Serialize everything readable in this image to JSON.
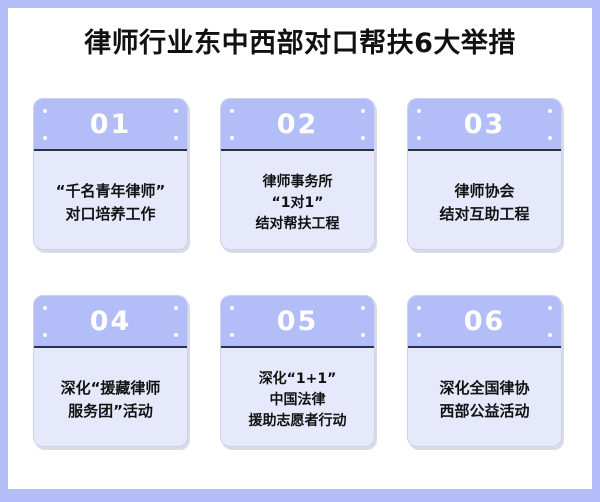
{
  "poster": {
    "title": "律师行业东中西部对口帮扶6大举措",
    "colors": {
      "frame": "#b3bdf7",
      "page": "#ffffff",
      "card_header": "#b3bdf7",
      "card_body": "#e6e9fb",
      "header_rule": "#2c3045",
      "number_text": "#ffffff",
      "title_text": "#111111",
      "body_text": "#121212",
      "dot": "#fbfbff"
    },
    "cards": [
      {
        "number": "01",
        "lines": [
          "“千名青年律师”",
          "对口培养工作"
        ]
      },
      {
        "number": "02",
        "lines": [
          "律师事务所",
          "“1对1”",
          "结对帮扶工程"
        ]
      },
      {
        "number": "03",
        "lines": [
          "律师协会",
          "结对互助工程"
        ]
      },
      {
        "number": "04",
        "lines": [
          "深化“援藏律师",
          "服务团”活动"
        ]
      },
      {
        "number": "05",
        "lines": [
          "深化“1+1”",
          "中国法律",
          "援助志愿者行动"
        ]
      },
      {
        "number": "06",
        "lines": [
          "深化全国律协",
          "西部公益活动"
        ]
      }
    ]
  }
}
